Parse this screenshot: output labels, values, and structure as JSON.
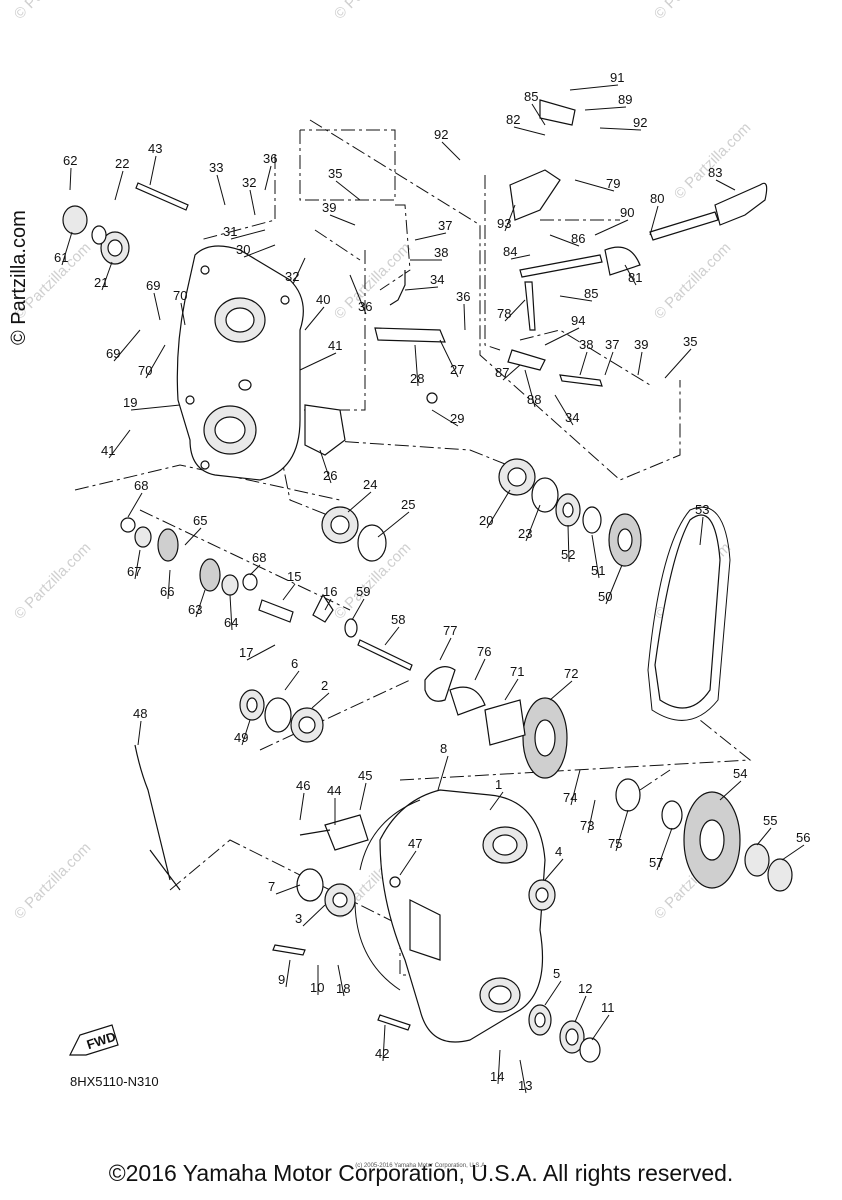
{
  "diagram_code": "8HX5110-N310",
  "copyright": "©2016 Yamaha Motor Corporation, U.S.A. All rights reserved.",
  "small_note": "(c) 2005-2016 Yamaha Motor Corporation, U.S.A.",
  "brand_watermark": "© Partzilla.com",
  "fwd_label": "FWD",
  "watermark_text": "© Partzilla.com",
  "part_labels": [
    "1",
    "2",
    "3",
    "4",
    "5",
    "6",
    "7",
    "8",
    "9",
    "10",
    "11",
    "12",
    "13",
    "14",
    "15",
    "16",
    "17",
    "18",
    "19",
    "20",
    "21",
    "22",
    "23",
    "24",
    "25",
    "26",
    "27",
    "28",
    "29",
    "30",
    "31",
    "32",
    "33",
    "34",
    "35",
    "36",
    "37",
    "38",
    "39",
    "40",
    "41",
    "42",
    "43",
    "44",
    "45",
    "46",
    "47",
    "48",
    "49",
    "50",
    "51",
    "52",
    "53",
    "54",
    "55",
    "56",
    "57",
    "58",
    "59",
    "61",
    "62",
    "63",
    "64",
    "65",
    "66",
    "67",
    "68",
    "69",
    "70",
    "71",
    "72",
    "73",
    "74",
    "75",
    "76",
    "77",
    "78",
    "79",
    "80",
    "81",
    "82",
    "83",
    "84",
    "85",
    "86",
    "87",
    "88",
    "89",
    "90",
    "91",
    "92",
    "93",
    "94"
  ]
}
